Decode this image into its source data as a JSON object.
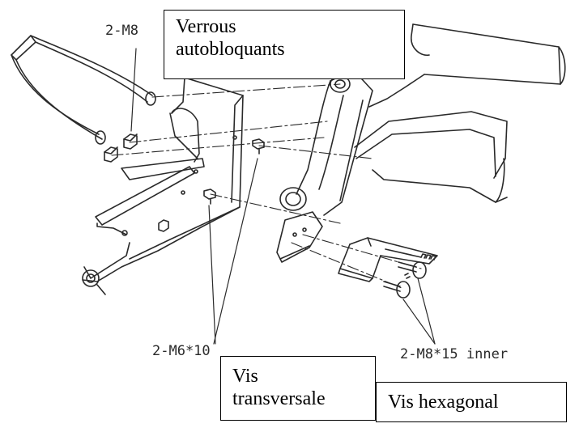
{
  "labels": {
    "m8_nut": "2-M8",
    "m6_screw": "2-M6*10",
    "m8_bolt": "2-M8*15 inner"
  },
  "callouts": {
    "locking_nuts": {
      "line1": "Verrous",
      "line2": "autobloquants"
    },
    "cross_screw": {
      "line1": "Vis",
      "line2": "transversale"
    },
    "hex_screw": {
      "line1": "Vis hexagonal"
    }
  },
  "colors": {
    "ink": "#2a2a2a",
    "background": "#ffffff"
  }
}
